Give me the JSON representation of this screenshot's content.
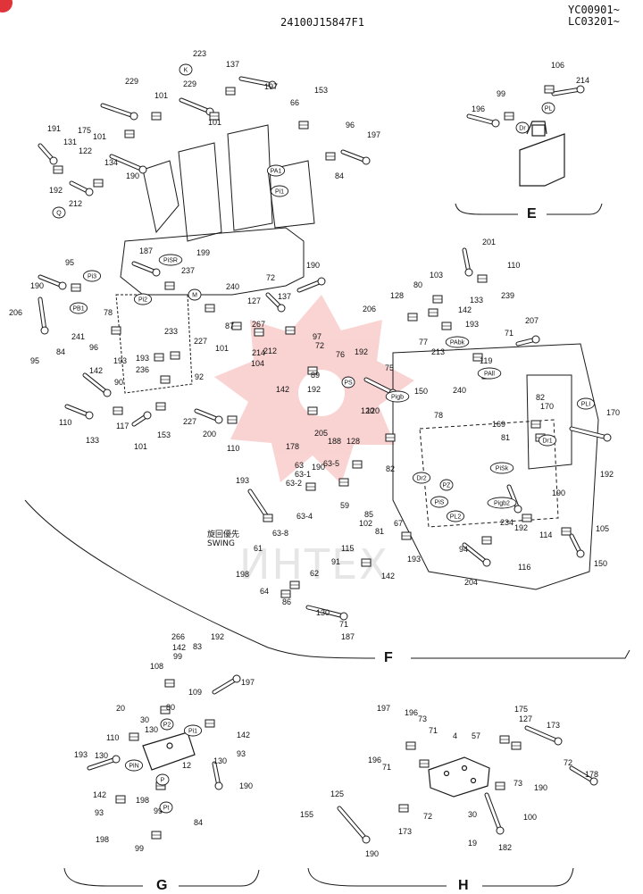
{
  "header": {
    "drawing_number": "24100J15847F1",
    "serial_range_1": "YC00901~",
    "serial_range_2": "LC03201~"
  },
  "sections": {
    "E": "E",
    "F": "F",
    "G": "G",
    "H": "H"
  },
  "swing_label": {
    "jp": "旋回優先",
    "en": "SWING"
  },
  "watermark_text": "ИНТЕХ",
  "colors": {
    "line": "#1a1a1a",
    "watermark": "#e53935",
    "corner_badge": "#e0343a"
  },
  "callouts": {
    "main": [
      "223",
      "137",
      "197",
      "229",
      "101",
      "229",
      "101",
      "153",
      "66",
      "96",
      "197",
      "191",
      "175",
      "131",
      "101",
      "122",
      "134",
      "190",
      "192",
      "212",
      "84",
      "187",
      "199",
      "95",
      "190",
      "237",
      "240",
      "72",
      "137",
      "190",
      "206",
      "241",
      "78",
      "127",
      "84",
      "95",
      "96",
      "193",
      "233",
      "227",
      "101",
      "87",
      "267",
      "214",
      "104",
      "212",
      "97",
      "72",
      "193",
      "142",
      "90",
      "236",
      "92",
      "89",
      "142",
      "192",
      "110",
      "133",
      "117",
      "153",
      "227",
      "200",
      "101",
      "110",
      "205",
      "178",
      "188",
      "128"
    ],
    "right": [
      "201",
      "110",
      "103",
      "239",
      "133",
      "142",
      "193",
      "207",
      "71",
      "128",
      "80",
      "206",
      "77",
      "213",
      "119",
      "240",
      "192",
      "75",
      "150",
      "76",
      "78",
      "120",
      "170",
      "82",
      "170",
      "81",
      "169",
      "120",
      "192",
      "82",
      "190",
      "114",
      "234",
      "105",
      "192",
      "116",
      "94",
      "204",
      "150"
    ],
    "lower": [
      "190",
      "63",
      "63-5",
      "63-1",
      "63-2",
      "193",
      "63-4",
      "85",
      "59",
      "102",
      "81",
      "67",
      "63-8",
      "115",
      "91",
      "142",
      "193",
      "61",
      "198",
      "62",
      "64",
      "86",
      "130",
      "71",
      "187"
    ],
    "sec_E": [
      "106",
      "214",
      "99",
      "196"
    ],
    "sec_G": [
      "266",
      "142",
      "99",
      "83",
      "192",
      "108",
      "197",
      "109",
      "80",
      "20",
      "30",
      "130",
      "130",
      "110",
      "142",
      "93",
      "193",
      "130",
      "12",
      "190",
      "142",
      "198",
      "93",
      "99",
      "198",
      "84",
      "99"
    ],
    "sec_H": [
      "197",
      "196",
      "73",
      "71",
      "4",
      "175",
      "127",
      "57",
      "196",
      "71",
      "173",
      "72",
      "178",
      "125",
      "155",
      "72",
      "73",
      "190",
      "30",
      "100",
      "173",
      "190",
      "19",
      "182"
    ]
  },
  "port_labels": [
    "PA1",
    "Pi1",
    "Pi3",
    "Pi2",
    "PB1",
    "PiSR",
    "M",
    "PS",
    "Pigb",
    "PAbk",
    "PAll",
    "Dr2",
    "PiSk",
    "PZ",
    "PiS",
    "PL2",
    "Dr1",
    "PLI",
    "Pigb2",
    "PL",
    "Dr",
    "K",
    "Q",
    "P2",
    "Pi1",
    "PiN",
    "P",
    "Pt"
  ]
}
